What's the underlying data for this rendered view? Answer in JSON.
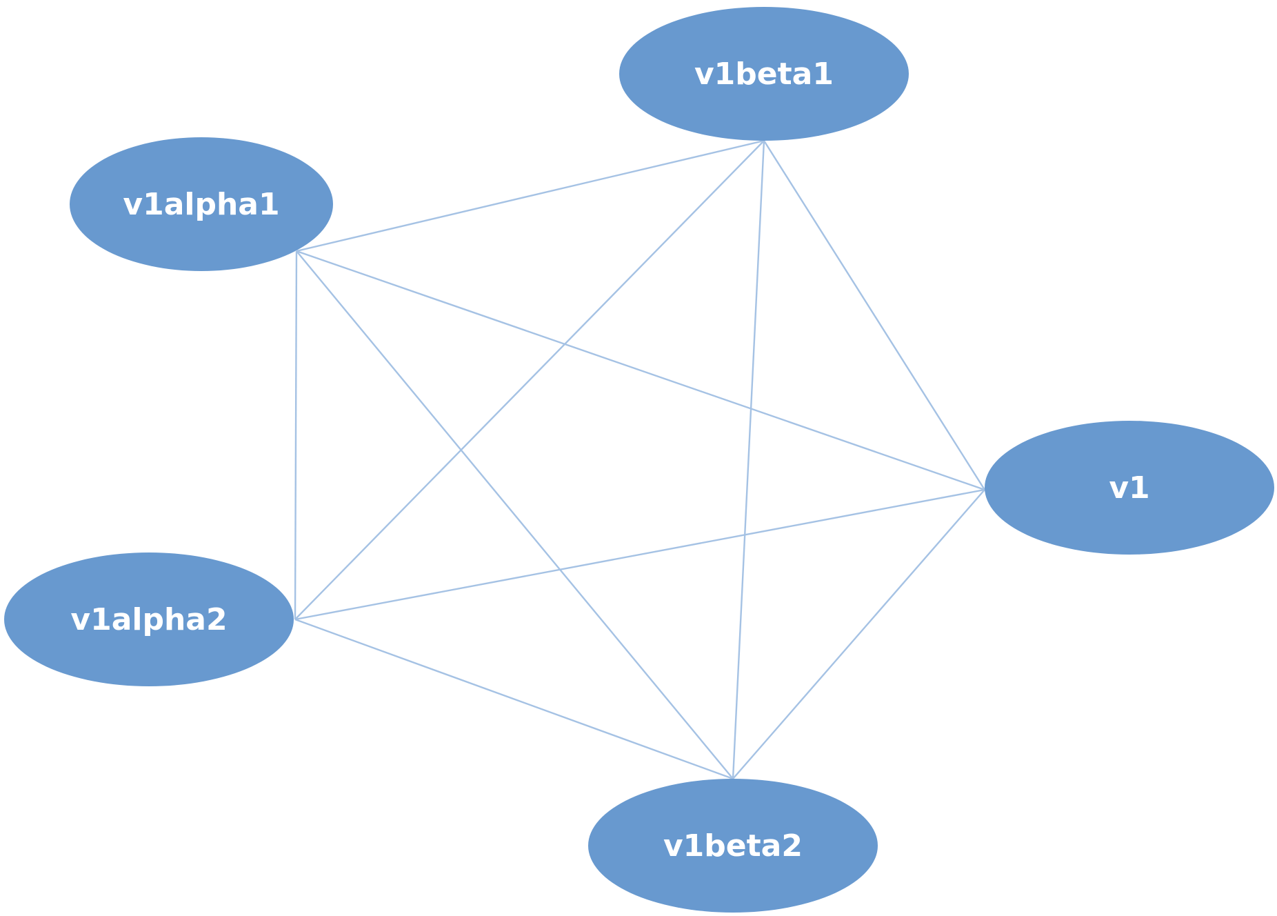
{
  "colors": {
    "node_fill": "#6899cf",
    "edge_stroke": "#a5c2e4",
    "label_text": "#ffffff",
    "background": "#ffffff"
  },
  "nodes": [
    {
      "id": "v1beta1",
      "label": "v1beta1"
    },
    {
      "id": "v1alpha1",
      "label": "v1alpha1"
    },
    {
      "id": "v1",
      "label": "v1"
    },
    {
      "id": "v1alpha2",
      "label": "v1alpha2"
    },
    {
      "id": "v1beta2",
      "label": "v1beta2"
    }
  ],
  "edges": [
    {
      "from": "v1alpha1",
      "to": "v1beta1"
    },
    {
      "from": "v1alpha1",
      "to": "v1"
    },
    {
      "from": "v1alpha1",
      "to": "v1alpha2"
    },
    {
      "from": "v1alpha1",
      "to": "v1beta2"
    },
    {
      "from": "v1beta1",
      "to": "v1"
    },
    {
      "from": "v1beta1",
      "to": "v1alpha2"
    },
    {
      "from": "v1beta1",
      "to": "v1beta2"
    },
    {
      "from": "v1",
      "to": "v1alpha2"
    },
    {
      "from": "v1",
      "to": "v1beta2"
    },
    {
      "from": "v1alpha2",
      "to": "v1beta2"
    }
  ]
}
